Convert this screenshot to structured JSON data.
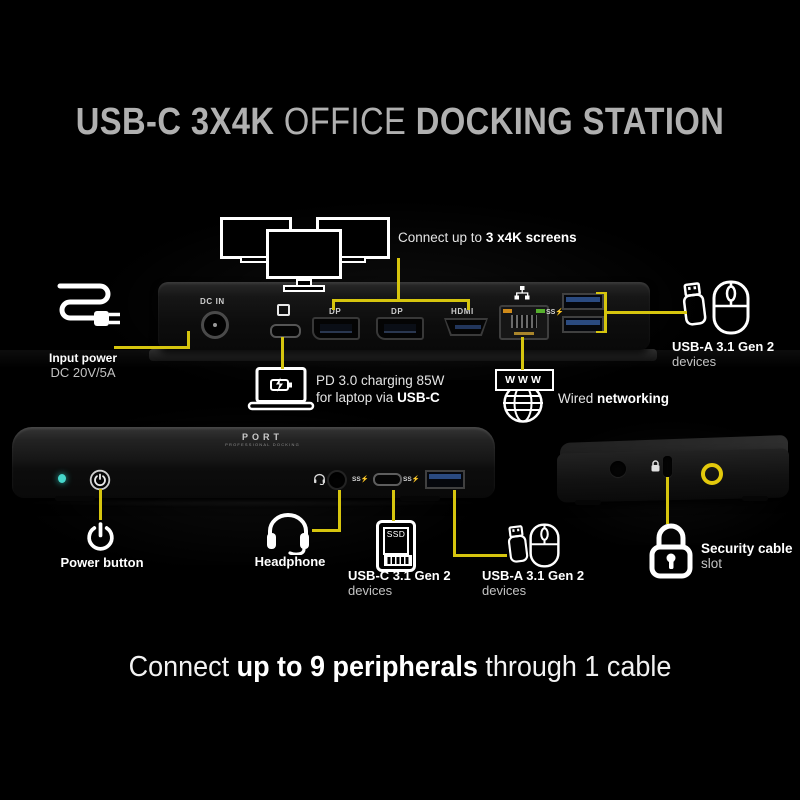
{
  "title": {
    "bold1": "USB-C 3X4K",
    "light": "OFFICE",
    "bold2": "DOCKING STATION"
  },
  "screens": {
    "light": "Connect up to",
    "bold": "3 x4K screens"
  },
  "back_panel": {
    "dc_in": "DC IN",
    "dp1": "DP",
    "dp2": "DP",
    "hdmi": "HDMI",
    "ss_usb": "SS⚡"
  },
  "input_power": {
    "line1": "Input power",
    "line2": "DC 20V/5A"
  },
  "pd": {
    "line1": "PD 3.0 charging 85W",
    "line2_light": "for laptop via",
    "line2_bold": "USB-C"
  },
  "network": {
    "www": "WWW",
    "light": "Wired",
    "bold": "networking"
  },
  "usb_a_back": {
    "bold": "USB-A 3.1 Gen 2",
    "light": "devices"
  },
  "front_panel": {
    "brand": "PORT",
    "brand_sub": "PROFESSIONAL DOCKING",
    "ss1": "SS⚡",
    "ss2": "SS⚡"
  },
  "labels": {
    "power": "Power button",
    "headphone": "Headphone",
    "usb_c": "USB-C 3.1 Gen 2",
    "usb_c_sub": "devices",
    "ssd": "SSD",
    "usb_a": "USB-A 3.1 Gen 2",
    "usb_a_sub": "devices",
    "security": "Security cable",
    "security_sub": "slot"
  },
  "footer": {
    "light1": "Connect",
    "bold": "up to 9 peripherals",
    "light2": "through 1 cable"
  },
  "colors": {
    "accent_yellow": "#d6c50e",
    "led_teal": "#46d7cb",
    "usb_blue": "#2a4a80",
    "ethernet_orange": "#cf8a1a",
    "ethernet_green": "#57b02e",
    "title_gray": "#b0b0b0"
  }
}
